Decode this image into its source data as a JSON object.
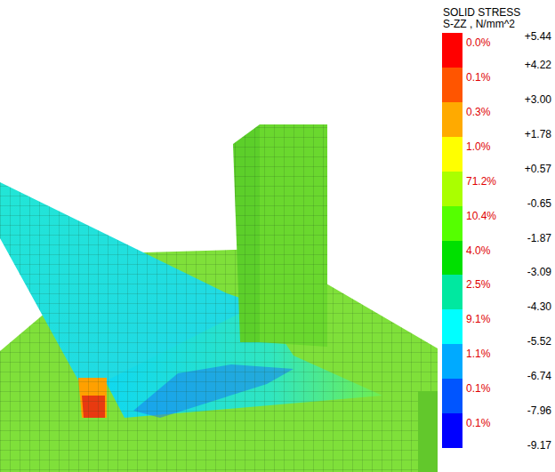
{
  "diagram": {
    "title": "SOLID STRESS",
    "labels": [
      "S-ZZ , N/mm^2",
      "+5.44",
      "+4.22",
      "+3.00",
      "+1.78",
      "+0.57",
      "-0.65",
      "-1.87",
      "-3.09",
      "-4.30",
      "-5.52",
      "-6.74",
      "-7.96",
      "-9.17"
    ],
    "legend": [
      {
        "text": "0.0%",
        "color": "#ff0000"
      },
      {
        "text": "0.1%",
        "color": "#ff5500"
      },
      {
        "text": "0.3%",
        "color": "#ffaa00"
      },
      {
        "text": "1.0%",
        "color": "#ffff00"
      },
      {
        "text": "71.2%",
        "color": "#aaff00"
      },
      {
        "text": "10.4%",
        "color": "#55ff00"
      },
      {
        "text": "4.0%",
        "color": "#00e000"
      },
      {
        "text": "2.5%",
        "color": "#00e8a0"
      },
      {
        "text": "9.1%",
        "color": "#00ffff"
      },
      {
        "text": "1.1%",
        "color": "#00aaff"
      },
      {
        "text": "0.1%",
        "color": "#0055ff"
      },
      {
        "text": "0.1%",
        "color": "#0000ff"
      }
    ]
  }
}
